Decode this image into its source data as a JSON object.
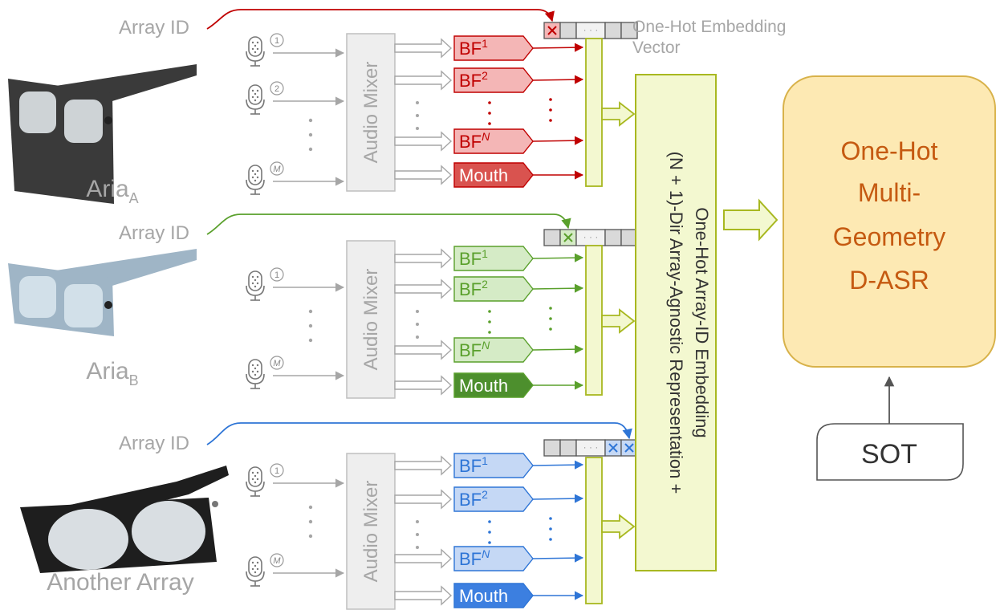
{
  "embedding_label": {
    "line1": "One-Hot Embedding",
    "line2": "Vector"
  },
  "rows": [
    {
      "id": "a",
      "array_id_label": "Array ID",
      "device_name": "Aria",
      "device_subscript": "A",
      "mics": [
        "1",
        "2",
        "M"
      ],
      "mixer_label": "Audio Mixer",
      "beamformers": [
        {
          "base": "BF",
          "sup": "1"
        },
        {
          "base": "BF",
          "sup": "2"
        },
        {
          "base": "BF",
          "sup": "N"
        }
      ],
      "mouth_label": "Mouth",
      "onehot_index": 0,
      "colors": {
        "stroke": "#c00000",
        "light": "#f4b6b6",
        "mouth": "#d9534f",
        "text": "#ffffff"
      }
    },
    {
      "id": "b",
      "array_id_label": "Array ID",
      "device_name": "Aria",
      "device_subscript": "B",
      "mics": [
        "1",
        "M"
      ],
      "mixer_label": "Audio Mixer",
      "beamformers": [
        {
          "base": "BF",
          "sup": "1"
        },
        {
          "base": "BF",
          "sup": "2"
        },
        {
          "base": "BF",
          "sup": "N"
        }
      ],
      "mouth_label": "Mouth",
      "onehot_index": 1,
      "colors": {
        "stroke": "#5aa02c",
        "light": "#d5ebc6",
        "mouth": "#4d8f2d",
        "text": "#ffffff"
      }
    },
    {
      "id": "c",
      "array_id_label": "Array ID",
      "device_name": "Another Array",
      "device_subscript": "",
      "mics": [
        "1",
        "M"
      ],
      "mixer_label": "Audio Mixer",
      "beamformers": [
        {
          "base": "BF",
          "sup": "1"
        },
        {
          "base": "BF",
          "sup": "2"
        },
        {
          "base": "BF",
          "sup": "N"
        }
      ],
      "mouth_label": "Mouth",
      "onehot_index": 3,
      "colors": {
        "stroke": "#2e75d6",
        "light": "#c5d8f5",
        "mouth": "#3c7fe0",
        "text": "#ffffff"
      }
    }
  ],
  "representation": {
    "line1": "(N + 1)-Dir Array-Agnostic Representation +",
    "line2": "One-Hot Array-ID Embedding"
  },
  "model": {
    "lines": [
      "One-Hot",
      "Multi-",
      "Geometry",
      "D-ASR"
    ]
  },
  "sot_label": "SOT",
  "colors": {
    "gray": "#a6a6a6",
    "mixer_fill": "#eeeeee",
    "yellow_green": "#a8b820",
    "yellow_green_fill": "#f3f8d0",
    "model_fill": "#fde9b3",
    "model_stroke": "#d8b24a",
    "model_text": "#c55a11"
  }
}
